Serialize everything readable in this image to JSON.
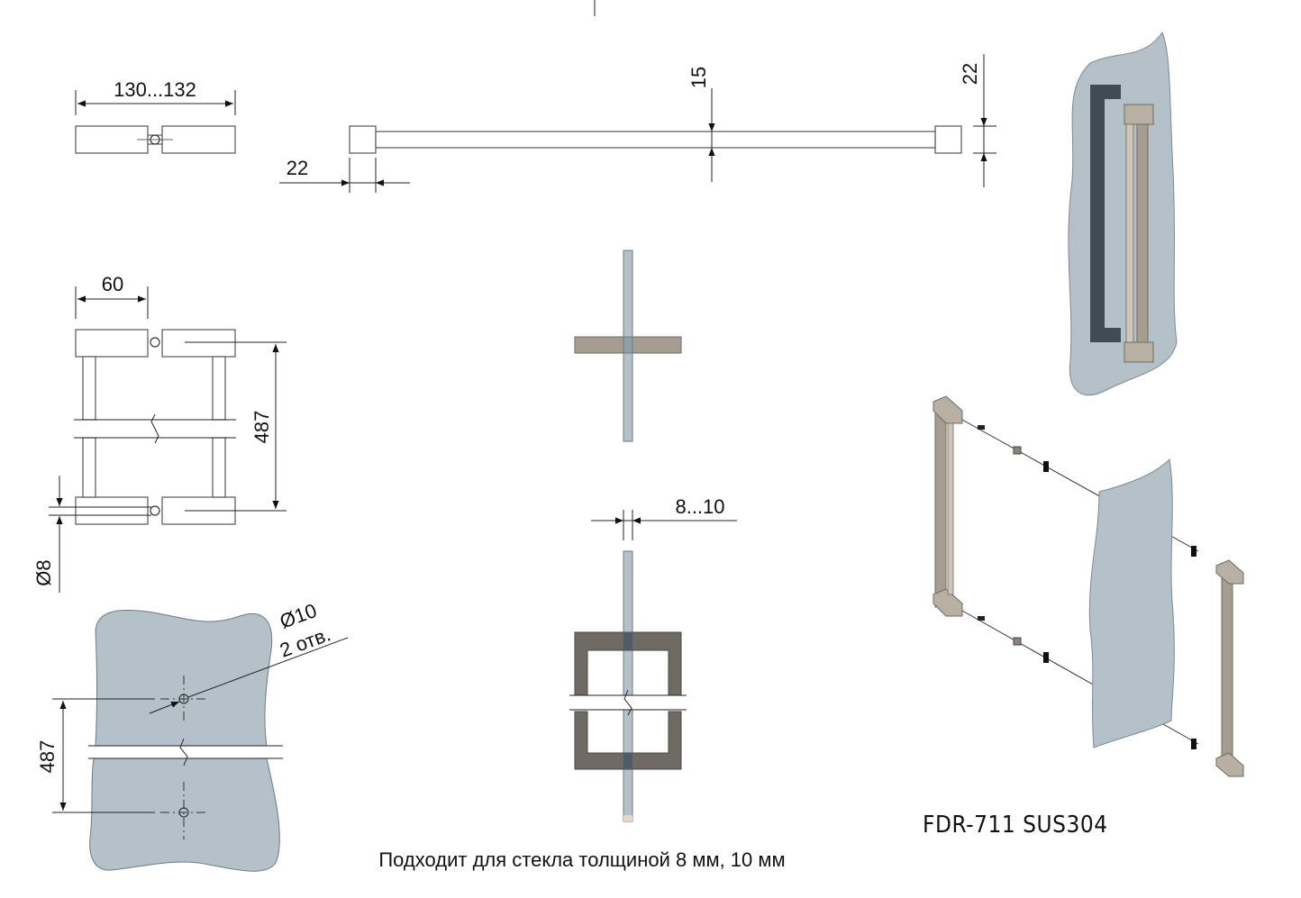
{
  "top_view": {
    "width_label": "130...132"
  },
  "top_bar": {
    "height_label": "15",
    "end_height_label": "22",
    "end_width_label": "22"
  },
  "side_view": {
    "depth_label": "60",
    "center_label": "487",
    "pin_label": "Ø8"
  },
  "glass_view": {
    "hole_diameter_label": "Ø10",
    "hole_count_label": "2 отв.",
    "hole_spacing_label": "487"
  },
  "section_view": {
    "glass_thickness_label": "8...10"
  },
  "model": {
    "name": "FDR-711 SUS304"
  },
  "caption": {
    "text": "Подходит для стекла толщиной 8 мм, 10 мм"
  },
  "colors": {
    "steel": "#a59d8f",
    "steel_dark": "#6f6a63",
    "glass": "#b5c1c9",
    "dark_handle": "#3f4c51"
  }
}
